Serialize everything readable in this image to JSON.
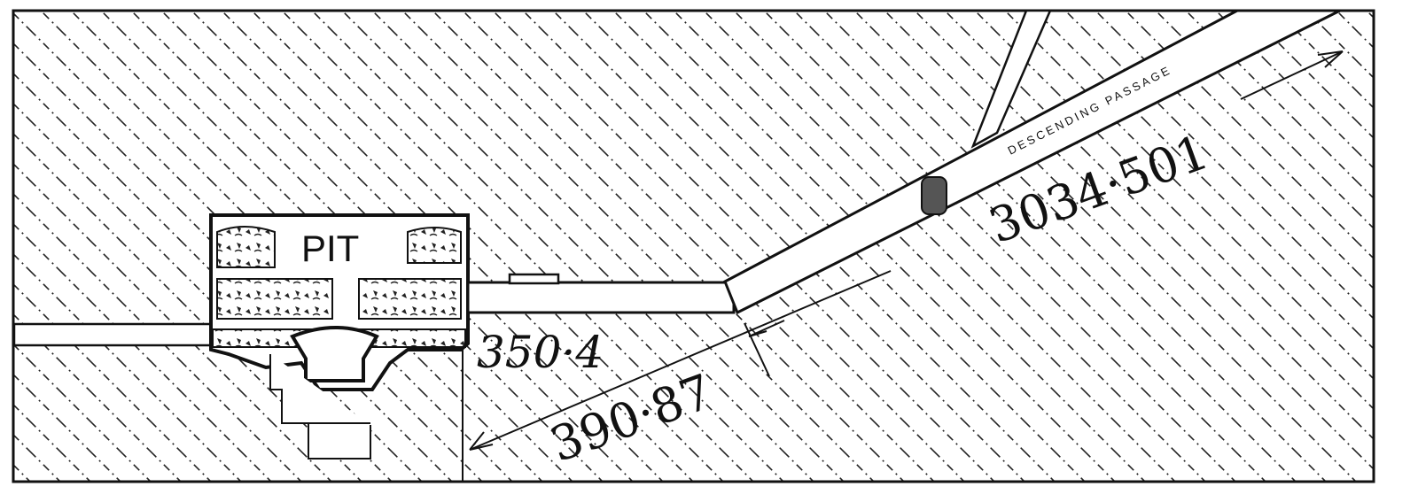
{
  "diagram": {
    "labels": {
      "pit": "PIT",
      "passage": "DESCENDING PASSAGE",
      "dim_passage": "3034·501",
      "dim_horizontal": "350·4",
      "dim_diagonal": "390·87"
    },
    "colors": {
      "ink": "#111111",
      "paper": "#ffffff"
    }
  }
}
